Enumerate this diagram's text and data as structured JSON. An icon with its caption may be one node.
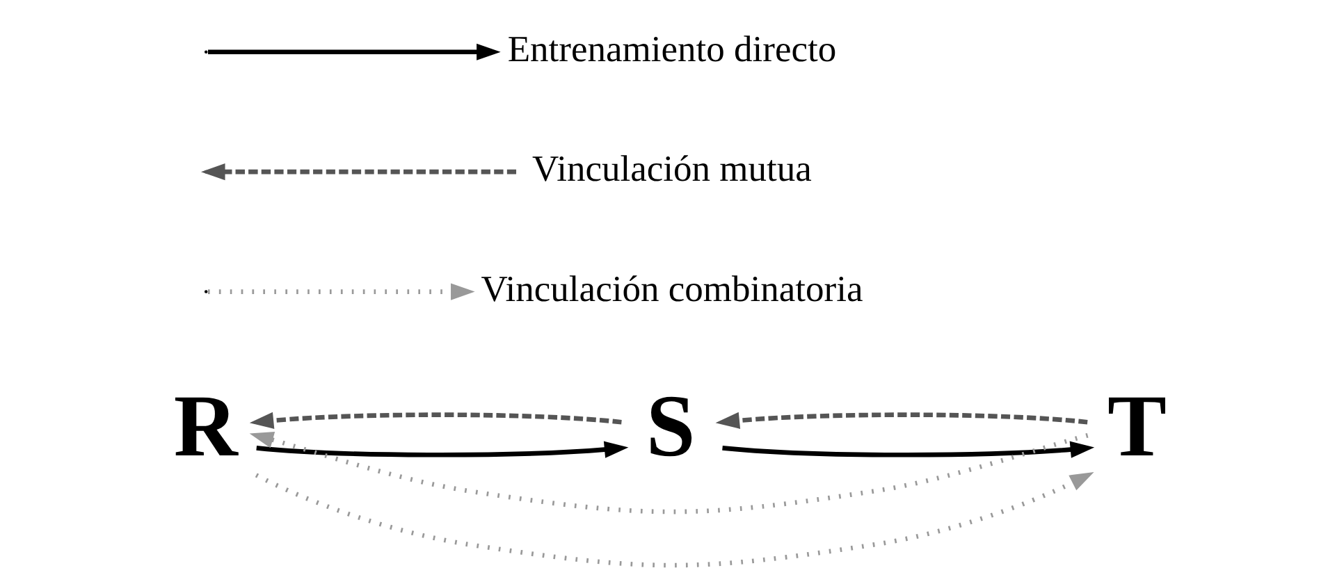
{
  "diagram": {
    "nodes": [
      {
        "text": [
          "R"
        ]
      },
      {
        "text": [
          "S"
        ]
      },
      {
        "text": [
          "T"
        ]
      }
    ],
    "edges": [
      {
        "from": 0,
        "to": 1,
        "arrow": "to"
      },
      {
        "from": 1,
        "to": 0,
        "arrow": "to",
        "style": "dashed",
        "color": "#555555"
      },
      {
        "from": 1,
        "to": 2,
        "arrow": "to"
      },
      {
        "from": 2,
        "to": 1,
        "arrow": "to",
        "style": "dashed",
        "color": "#555555"
      },
      {
        "from": 0,
        "to": 2,
        "arrow": "to",
        "style": "dashed",
        "color": "#999999"
      },
      {
        "from": 2,
        "to": 0,
        "arrow": "to",
        "style": "dashed",
        "color": "#999999"
      }
    ],
    "legend": [
      {
        "text": "Entrenamiento directo"
      },
      {
        "text": "Vinculación mutua"
      },
      {
        "text": "Vinculación combinatoria"
      }
    ]
  }
}
